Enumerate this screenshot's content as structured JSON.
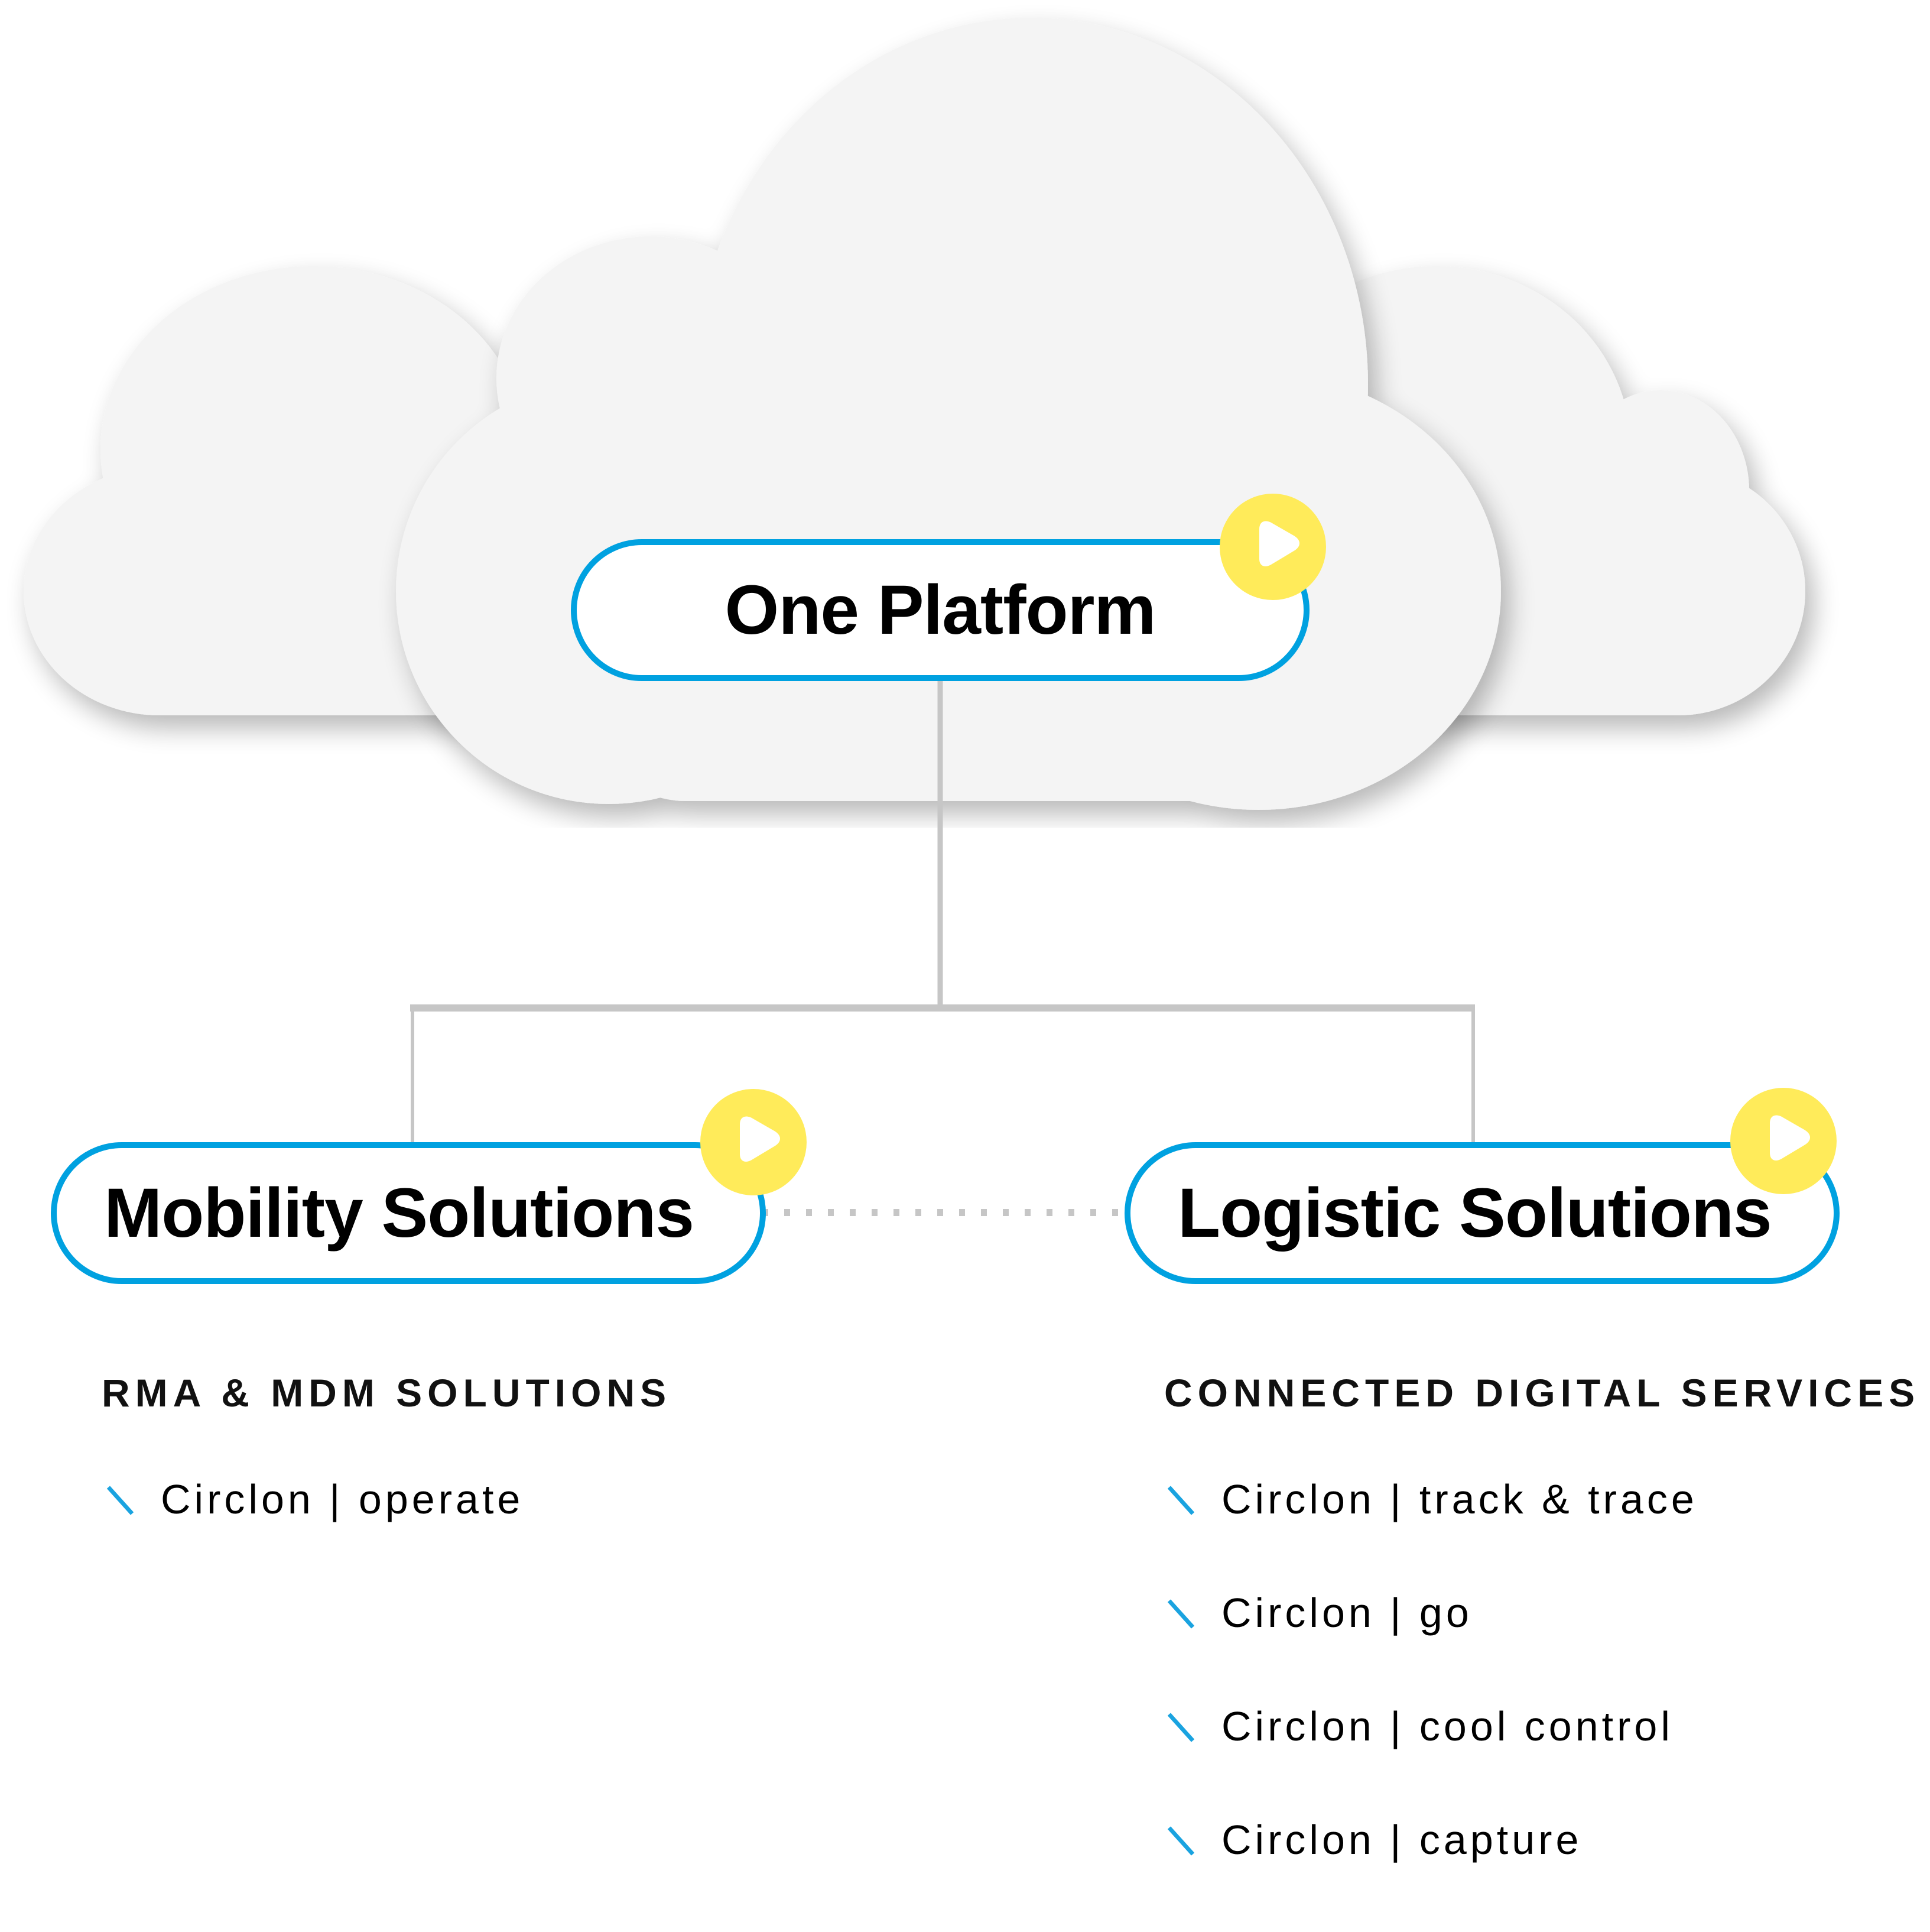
{
  "colors": {
    "accent_blue": "#00a1e0",
    "play_yellow": "#ffeb5a",
    "cloud_fill": "#f4f4f4",
    "connector_gray": "#c6c6c6",
    "text": "#000000"
  },
  "platform": {
    "title": "One Platform",
    "play_icon": "play-icon"
  },
  "branches": [
    {
      "title": "Mobility Solutions",
      "play_icon": "play-icon",
      "section_heading": "RMA & MDM SOLUTIONS",
      "items": [
        "Circlon | operate"
      ]
    },
    {
      "title": "Logistic Solutions",
      "play_icon": "play-icon",
      "section_heading": "CONNECTED DIGITAL SERVICES",
      "items": [
        "Circlon | track & trace",
        "Circlon | go",
        "Circlon | cool control",
        "Circlon | capture"
      ]
    }
  ],
  "bullet_icon": "slash-bullet-icon"
}
